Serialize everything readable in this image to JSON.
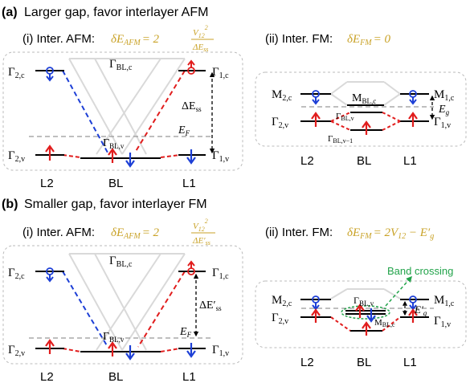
{
  "panel_a": {
    "tag": "(a)",
    "title": "Larger gap, favor interlayer AFM",
    "afm": {
      "label": "(i) Inter. AFM:",
      "eq_lhs": "δE",
      "eq_sub": "AFM",
      "eq_mid": "= 2",
      "frac_num": "V",
      "frac_num_sub": "12",
      "frac_num_sup": "2",
      "frac_den": "ΔE",
      "frac_den_sub": "ss",
      "levels": {
        "g2c": "Γ",
        "g2c_sub": "2,c",
        "g1c": "Γ",
        "g1c_sub": "1,c",
        "gblc": "Γ",
        "gblc_sub": "BL,c",
        "g2v": "Γ",
        "g2v_sub": "2,v",
        "g1v": "Γ",
        "g1v_sub": "1,v",
        "gblv": "Γ",
        "gblv_sub": "BL,v",
        "ef": "E",
        "ef_sub": "F",
        "dess": "ΔE",
        "dess_sub": "ss"
      },
      "layers": [
        "L2",
        "BL",
        "L1"
      ]
    },
    "fm": {
      "label": "(ii) Inter. FM:",
      "eq": "δE",
      "eq_sub": "FM",
      "eq_rhs": "= 0",
      "levels": {
        "m2c": "M",
        "m2c_sub": "2,c",
        "m1c": "M",
        "m1c_sub": "1,c",
        "mblc": "M",
        "mblc_sub": "BL,c",
        "g2v": "Γ",
        "g2v_sub": "2,v",
        "g1v": "Γ",
        "g1v_sub": "1,v",
        "gblv": "Γ",
        "gblv_sub": "BL,v",
        "gblv1": "Γ",
        "gblv1_sub": "BL,v−1",
        "eg": "E",
        "eg_sub": "g"
      },
      "layers": [
        "L2",
        "BL",
        "L1"
      ]
    }
  },
  "panel_b": {
    "tag": "(b)",
    "title": "Smaller gap, favor interlayer FM",
    "afm": {
      "label": "(i) Inter. AFM:",
      "eq_lhs": "δE",
      "eq_sub": "AFM",
      "eq_mid": "= 2",
      "frac_num": "V",
      "frac_num_sub": "12",
      "frac_num_sup": "2",
      "frac_den": "ΔE′",
      "frac_den_sub": "ss",
      "levels": {
        "g2c": "Γ",
        "g2c_sub": "2,c",
        "g1c": "Γ",
        "g1c_sub": "1,c",
        "gblc": "Γ",
        "gblc_sub": "BL,c",
        "g2v": "Γ",
        "g2v_sub": "2,v",
        "g1v": "Γ",
        "g1v_sub": "1,v",
        "gblv": "Γ",
        "gblv_sub": "BL,v",
        "ef": "E",
        "ef_sub": "F",
        "dess": "ΔE′",
        "dess_sub": "ss"
      },
      "layers": [
        "L2",
        "BL",
        "L1"
      ]
    },
    "fm": {
      "label": "(ii) Inter. FM:",
      "eq": "δE",
      "eq_sub": "FM",
      "eq_rhs": "= 2V",
      "eq_rhs_sub": "12",
      "eq_rhs2": " − E′",
      "eq_rhs2_sub": "g",
      "annotation": "Band crossing",
      "levels": {
        "m2c": "M",
        "m2c_sub": "2,c",
        "m1c": "M",
        "m1c_sub": "1,c",
        "gblv": "Γ",
        "gblv_sub": "BL,v",
        "mblc": "M",
        "mblc_sub": "BL,c",
        "g2v": "Γ",
        "g2v_sub": "2,v",
        "g1v": "Γ",
        "g1v_sub": "1,v",
        "eg": "E′",
        "eg_sub": "g"
      },
      "layers": [
        "L2",
        "BL",
        "L1"
      ]
    }
  },
  "colors": {
    "spin_up": "#e11d1d",
    "spin_down": "#1d3fd6",
    "gold": "#c9a227",
    "green": "#22a34a",
    "hybrid": "#cfcfcf"
  }
}
